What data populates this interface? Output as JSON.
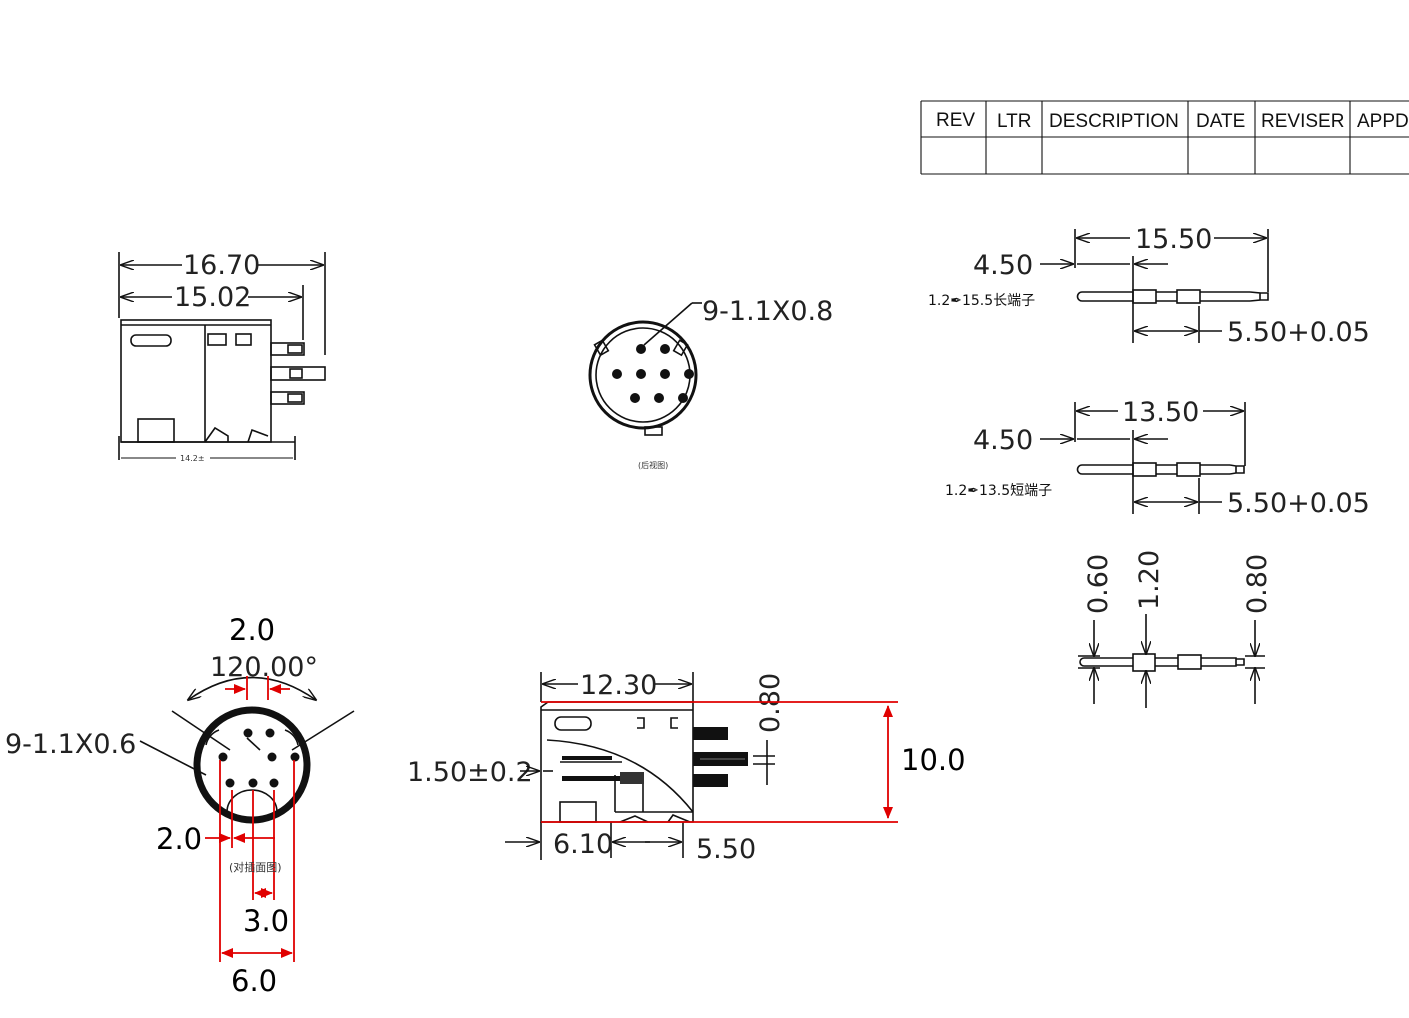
{
  "rev_table": {
    "headers": [
      "REV",
      "LTR",
      "DESCRIPTION",
      "DATE",
      "REVISER",
      "APPD"
    ]
  },
  "side_view": {
    "dim_top": "16.70",
    "dim_second": "15.02",
    "dim_bottom": "14.2±"
  },
  "rear_view": {
    "pin_callout": "9-1.1X0.8",
    "caption": "(后视图)"
  },
  "pin_long": {
    "total": "15.50",
    "offset": "4.50",
    "name": "1.2✒15.5长端子",
    "segment": "5.50+0.05"
  },
  "pin_short": {
    "total": "13.50",
    "offset": "4.50",
    "name": "1.2✒13.5短端子",
    "segment": "5.50+0.05"
  },
  "pin_section": {
    "d1": "0.60",
    "d2": "1.20",
    "d3": "0.80"
  },
  "front_view": {
    "spacing_top": "2.0",
    "angle": "120.00°",
    "pin_callout": "9-1.1X0.6",
    "spacing_left": "2.0",
    "caption": "(对插面图)",
    "spacing_mid": "3.0",
    "spacing_total": "6.0"
  },
  "bottom_side_view": {
    "width": "12.30",
    "pin_pitch": "0.80",
    "offset": "1.50±0.2",
    "height": "10.0",
    "dim_a": "6.10",
    "dim_b": "5.50"
  },
  "colors": {
    "annotation": "#e00000",
    "line": "#111111"
  }
}
